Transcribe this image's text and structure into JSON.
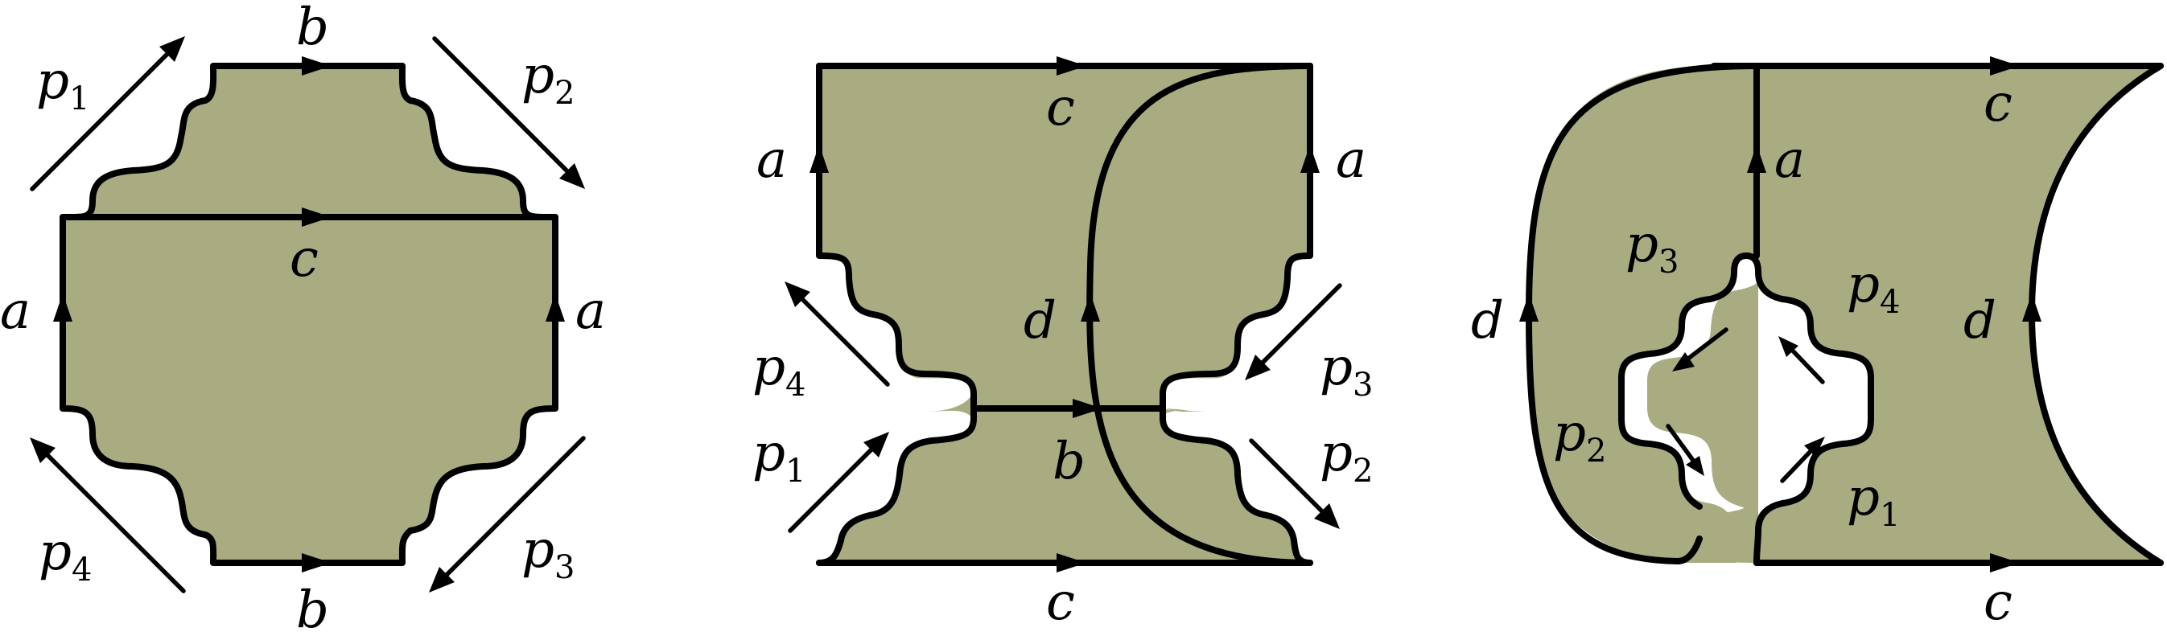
{
  "panel1": {
    "labels": {
      "b_top": "b",
      "b_bottom": "b",
      "c": "c",
      "a_left": "a",
      "a_right": "a"
    },
    "punctures": [
      {
        "letter": "p",
        "index": "1"
      },
      {
        "letter": "p",
        "index": "2"
      },
      {
        "letter": "p",
        "index": "3"
      },
      {
        "letter": "p",
        "index": "4"
      }
    ]
  },
  "panel2": {
    "labels": {
      "c_top": "c",
      "c_bottom": "c",
      "a_left": "a",
      "a_right": "a",
      "b": "b",
      "d": "d"
    },
    "punctures": [
      {
        "letter": "p",
        "index": "4"
      },
      {
        "letter": "p",
        "index": "1"
      },
      {
        "letter": "p",
        "index": "3"
      },
      {
        "letter": "p",
        "index": "2"
      }
    ]
  },
  "panel3": {
    "labels": {
      "c_top": "c",
      "c_bottom": "c",
      "a": "a",
      "d_left": "d",
      "d_right": "d"
    },
    "punctures": [
      {
        "letter": "p",
        "index": "3"
      },
      {
        "letter": "p",
        "index": "4"
      },
      {
        "letter": "p",
        "index": "2"
      },
      {
        "letter": "p",
        "index": "1"
      }
    ]
  },
  "colors": {
    "surface": "#a9ac81",
    "stroke": "#000000"
  }
}
